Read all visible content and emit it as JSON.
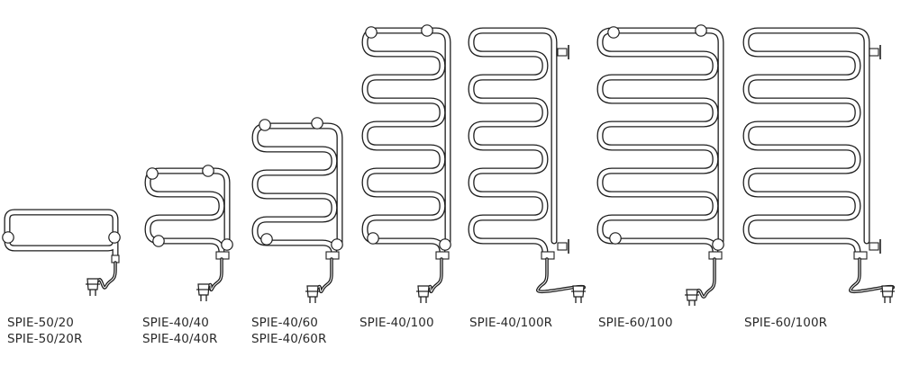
{
  "models": [
    {
      "id": "spie-50-20",
      "codes": [
        "SPIE-50/20",
        "SPIE-50/20R"
      ]
    },
    {
      "id": "spie-40-40",
      "codes": [
        "SPIE-40/40",
        "SPIE-40/40R"
      ]
    },
    {
      "id": "spie-40-60",
      "codes": [
        "SPIE-40/60",
        "SPIE-40/60R"
      ]
    },
    {
      "id": "spie-40-100",
      "codes": [
        "SPIE-40/100"
      ]
    },
    {
      "id": "spie-40-100r",
      "codes": [
        "SPIE-40/100R"
      ]
    },
    {
      "id": "spie-60-100",
      "codes": [
        "SPIE-60/100"
      ]
    },
    {
      "id": "spie-60-100r",
      "codes": [
        "SPIE-60/100R"
      ]
    }
  ],
  "colors": {
    "line": "#1e1e1e",
    "text": "#2a2a2a",
    "background": "#ffffff"
  }
}
